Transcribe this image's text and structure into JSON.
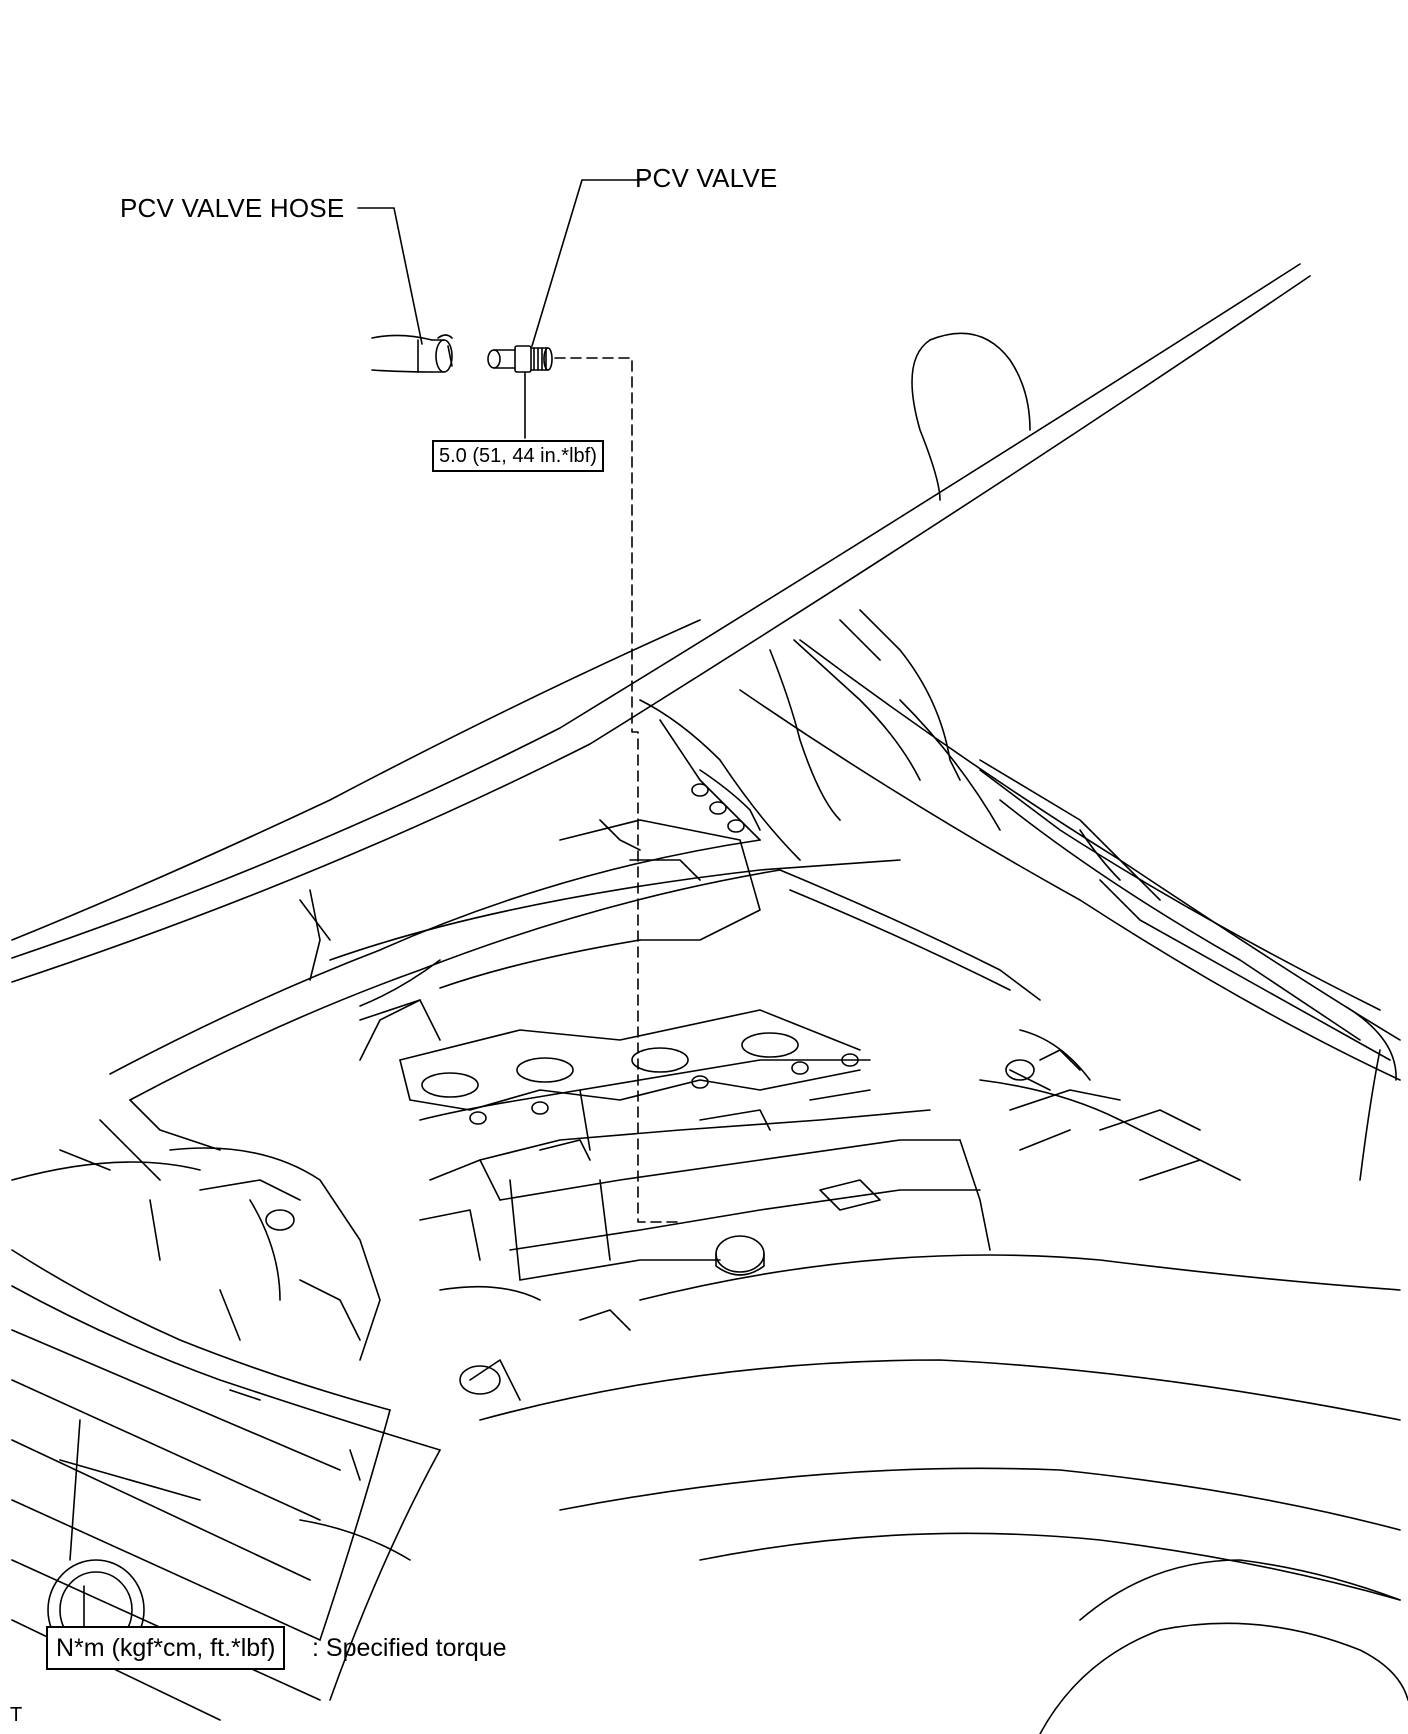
{
  "labels": {
    "pcv_valve_hose": "PCV VALVE HOSE",
    "pcv_valve": "PCV VALVE"
  },
  "torque": {
    "pcv_valve": "5.0 (51, 44 in.*lbf)"
  },
  "legend": {
    "box": "N*m (kgf*cm, ft.*lbf)",
    "text": ": Specified torque"
  },
  "figure_code": "T"
}
